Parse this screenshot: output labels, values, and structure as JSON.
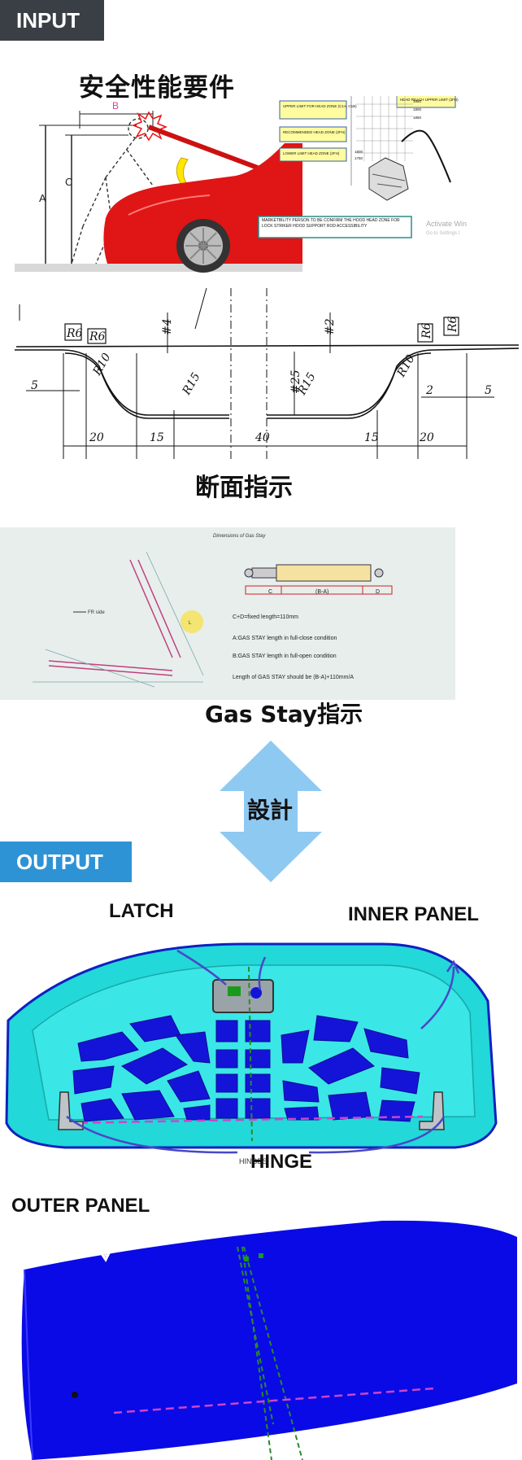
{
  "tags": {
    "input": "INPUT",
    "output": "OUTPUT"
  },
  "panel1": {
    "title": "安全性能要件",
    "dim_b": "B",
    "dim_a": "A",
    "dim_c": "C",
    "chart_label_c": "C",
    "legend_items": [
      "UPPER LIMIT FOR HEAD ZONE (C1A, C1B)",
      "RECOMMENDED HEAD ZONE (2FH)",
      "LOWER LIMIT HEAD ZONE (2FH)"
    ],
    "head_reach_label": "HEAD REACH UPPER LIMIT (2FH)",
    "axis_values": [
      "2000",
      "1950",
      "1900",
      "1850",
      "1800",
      "1750"
    ],
    "note": "MARKETBILITY PERSON TO BE CONFIRM THE HOOD HEAD ZONE FOR LOCK STRIKER HOOD SUPPORT ROD ACCESSIBILITY",
    "watermark": "Activate Win",
    "watermark2": "Go to Settings t"
  },
  "panel2": {
    "caption": "断面指示",
    "radius_labels": [
      "R6",
      "R6",
      "R10",
      "R15",
      "R15",
      "R10",
      "R6",
      "R6"
    ],
    "thickness_labels": [
      "#4",
      "#2",
      "#25"
    ],
    "dims": [
      "5",
      "20",
      "15",
      "40",
      "15",
      "20",
      "2",
      "5"
    ]
  },
  "panel3": {
    "doc_title": "Dimensions of Gas Stay",
    "gas_labels": [
      "C",
      "(B-A)",
      "D"
    ],
    "fr_label": "FR side",
    "lines": [
      "C+D=fixed length=110mm",
      "A:GAS STAY length in full-close condition",
      "B:GAS STAY length in full-open condition",
      "Length of GAS STAY should be (B-A)+110mm/A"
    ],
    "marker": "L",
    "caption": "Gas Stay指示"
  },
  "arrow": {
    "label": "設計"
  },
  "output": {
    "labels": {
      "latch": "LATCH",
      "inner_panel": "INNER PANEL",
      "hinge": "HINGE",
      "hinges_small": "HINGES",
      "outer_panel": "OUTER PANEL"
    }
  },
  "colors": {
    "input_tag": "#3a3f46",
    "output_tag": "#2e93d5",
    "arrow": "#8ec9f2",
    "inner_panel": "#22d8d8",
    "pocket": "#1414d8",
    "outer_panel": "#0a0ae6",
    "car_red": "#e11",
    "dashed_magenta": "#cc44cc",
    "dashed_green": "#2a8a2a"
  }
}
